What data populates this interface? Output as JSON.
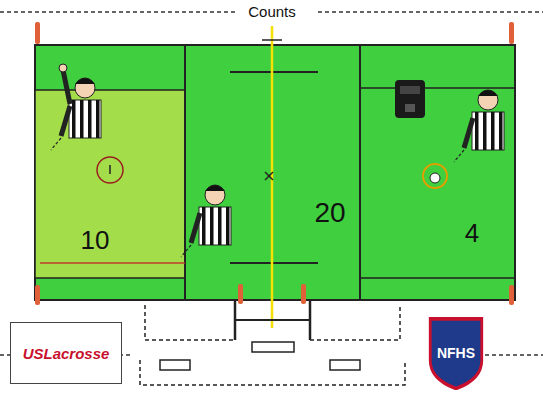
{
  "diagram": {
    "title": "Counts",
    "nodes": [
      {
        "text": [
          "USLacrosse"
        ]
      },
      {
        "text": [
          "NFHS"
        ]
      }
    ],
    "labels": [
      "10",
      "20",
      "4"
    ]
  }
}
